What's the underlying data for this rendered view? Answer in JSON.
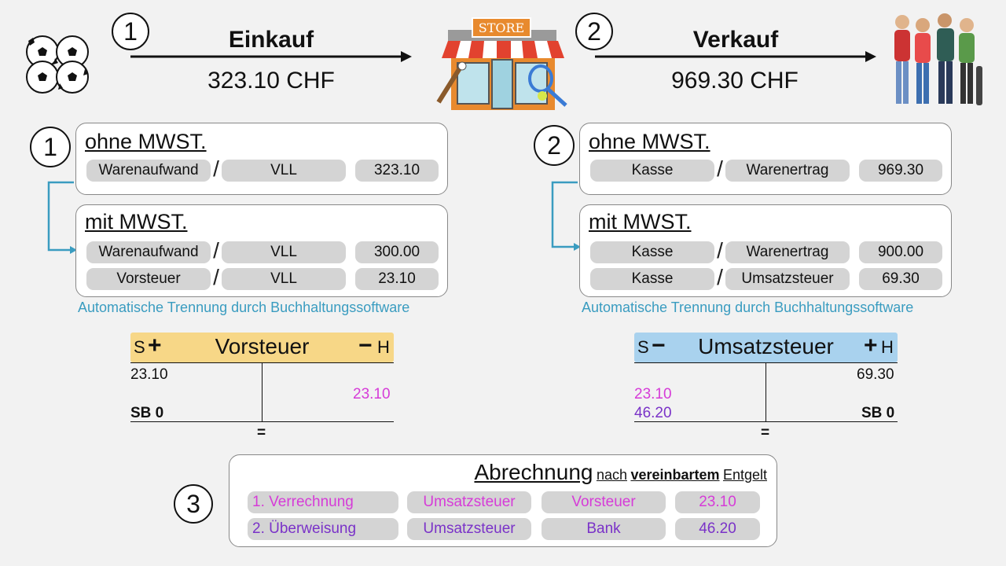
{
  "flow": {
    "step1": {
      "number": "1",
      "title": "Einkauf",
      "amount": "323.10 CHF"
    },
    "step2": {
      "number": "2",
      "title": "Verkauf",
      "amount": "969.30 CHF"
    },
    "store_sign": "STORE"
  },
  "left": {
    "number": "1",
    "ohne": {
      "title": "ohne MWST.",
      "rows": [
        {
          "debit": "Warenaufwand",
          "credit": "VLL",
          "amount": "323.10"
        }
      ]
    },
    "mit": {
      "title": "mit MWST.",
      "rows": [
        {
          "debit": "Warenaufwand",
          "credit": "VLL",
          "amount": "300.00"
        },
        {
          "debit": "Vorsteuer",
          "credit": "VLL",
          "amount": "23.10"
        }
      ]
    },
    "note": "Automatische Trennung durch Buchhaltungssoftware"
  },
  "right": {
    "number": "2",
    "ohne": {
      "title": "ohne MWST.",
      "rows": [
        {
          "debit": "Kasse",
          "credit": "Warenertrag",
          "amount": "969.30"
        }
      ]
    },
    "mit": {
      "title": "mit MWST.",
      "rows": [
        {
          "debit": "Kasse",
          "credit": "Warenertrag",
          "amount": "900.00"
        },
        {
          "debit": "Kasse",
          "credit": "Umsatzsteuer",
          "amount": "69.30"
        }
      ]
    },
    "note": "Automatische Trennung durch Buchhaltungssoftware"
  },
  "taccounts": {
    "vorsteuer": {
      "name": "Vorsteuer",
      "left_side": "S",
      "left_sign": "+",
      "right_side": "H",
      "right_sign": "−",
      "debit_entry": "23.10",
      "credit_entry": "23.10",
      "balance": "SB 0",
      "equals": "="
    },
    "umsatzsteuer": {
      "name": "Umsatzsteuer",
      "left_side": "S",
      "left_sign": "−",
      "right_side": "H",
      "right_sign": "+",
      "credit_entry": "69.30",
      "debit_entry1": "23.10",
      "debit_entry2": "46.20",
      "balance": "SB 0",
      "equals": "="
    }
  },
  "abrechnung": {
    "number": "3",
    "title": "Abrechnung",
    "subtitle_pre": "nach",
    "subtitle_bold": "vereinbartem",
    "subtitle_post": "Entgelt",
    "rows": [
      {
        "label": "1. Verrechnung",
        "debit": "Umsatzsteuer",
        "credit": "Vorsteuer",
        "amount": "23.10"
      },
      {
        "label": "2. Überweisung",
        "debit": "Umsatzsteuer",
        "credit": "Bank",
        "amount": "46.20"
      }
    ]
  },
  "colors": {
    "vorsteuer_header": "#f7d787",
    "umsatzsteuer_header": "#a9d2ee",
    "note": "#3a9cc0",
    "pink": "#d63bd8",
    "purple": "#7a32c8"
  }
}
